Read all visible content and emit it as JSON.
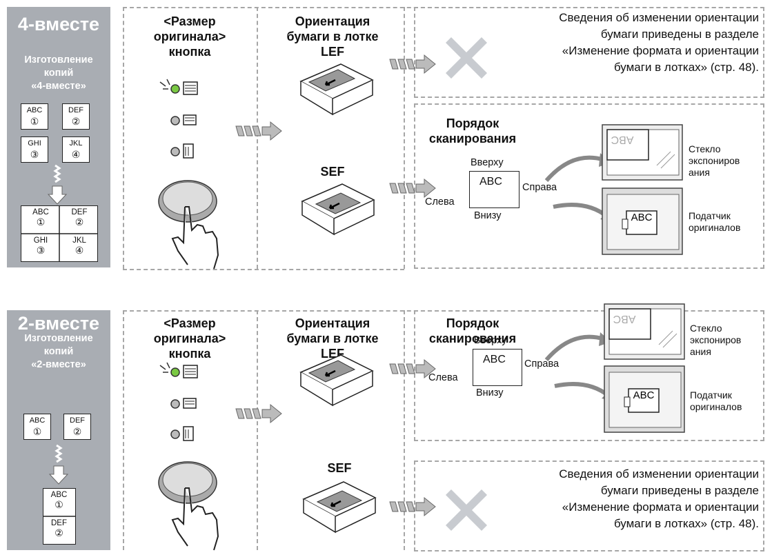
{
  "section1": {
    "title": "4-вместе",
    "subtitle": [
      "Изготовление",
      "копий",
      "«4-вместе»"
    ],
    "cells": [
      {
        "text": "ABC",
        "num": "①"
      },
      {
        "text": "DEF",
        "num": "②"
      },
      {
        "text": "GHI",
        "num": "③"
      },
      {
        "text": "JKL",
        "num": "④"
      }
    ],
    "button_header": [
      "<Размер",
      "оригинала>",
      "кнопка"
    ],
    "tray_header": [
      "Ориентация",
      "бумаги в лотке",
      "LEF"
    ],
    "sef_label": "SEF",
    "note": [
      "Сведения об изменении ориентации",
      "бумаги приведены в разделе",
      "«Изменение формата и ориентации",
      "бумаги в лотках» (стр. 48)."
    ],
    "scan_order": [
      "Порядок",
      "сканирования"
    ],
    "dir_up": "Вверху",
    "dir_down": "Внизу",
    "dir_left": "Слева",
    "dir_right": "Справа",
    "doc_text": "ABC",
    "glass_label": [
      "Стекло",
      "экспониров",
      "ания"
    ],
    "feeder_label": [
      "Податчик",
      "оригиналов"
    ]
  },
  "section2": {
    "title": "2-вместе",
    "subtitle": [
      "Изготовление",
      "копий",
      "«2-вместе»"
    ],
    "cells": [
      {
        "text": "ABC",
        "num": "①"
      },
      {
        "text": "DEF",
        "num": "②"
      }
    ],
    "button_header": [
      "<Размер",
      "оригинала>",
      "кнопка"
    ],
    "tray_header": [
      "Ориентация",
      "бумаги в лотке",
      "LEF"
    ],
    "sef_label": "SEF",
    "note": [
      "Сведения об изменении ориентации",
      "бумаги приведены в разделе",
      "«Изменение формата и ориентации",
      "бумаги в лотках» (стр. 48)."
    ],
    "scan_order": [
      "Порядок",
      "сканирования"
    ],
    "dir_up": "Вверху",
    "dir_down": "Внизу",
    "dir_left": "Слева",
    "dir_right": "Справа",
    "doc_text": "ABC",
    "glass_label": [
      "Стекло",
      "экспониров",
      "ания"
    ],
    "feeder_label": [
      "Податчик",
      "оригиналов"
    ]
  },
  "colors": {
    "panel": "#a9adb3",
    "led": "#7ac943",
    "cross": "#c8cbd0",
    "dash": "#a6a6a6"
  }
}
